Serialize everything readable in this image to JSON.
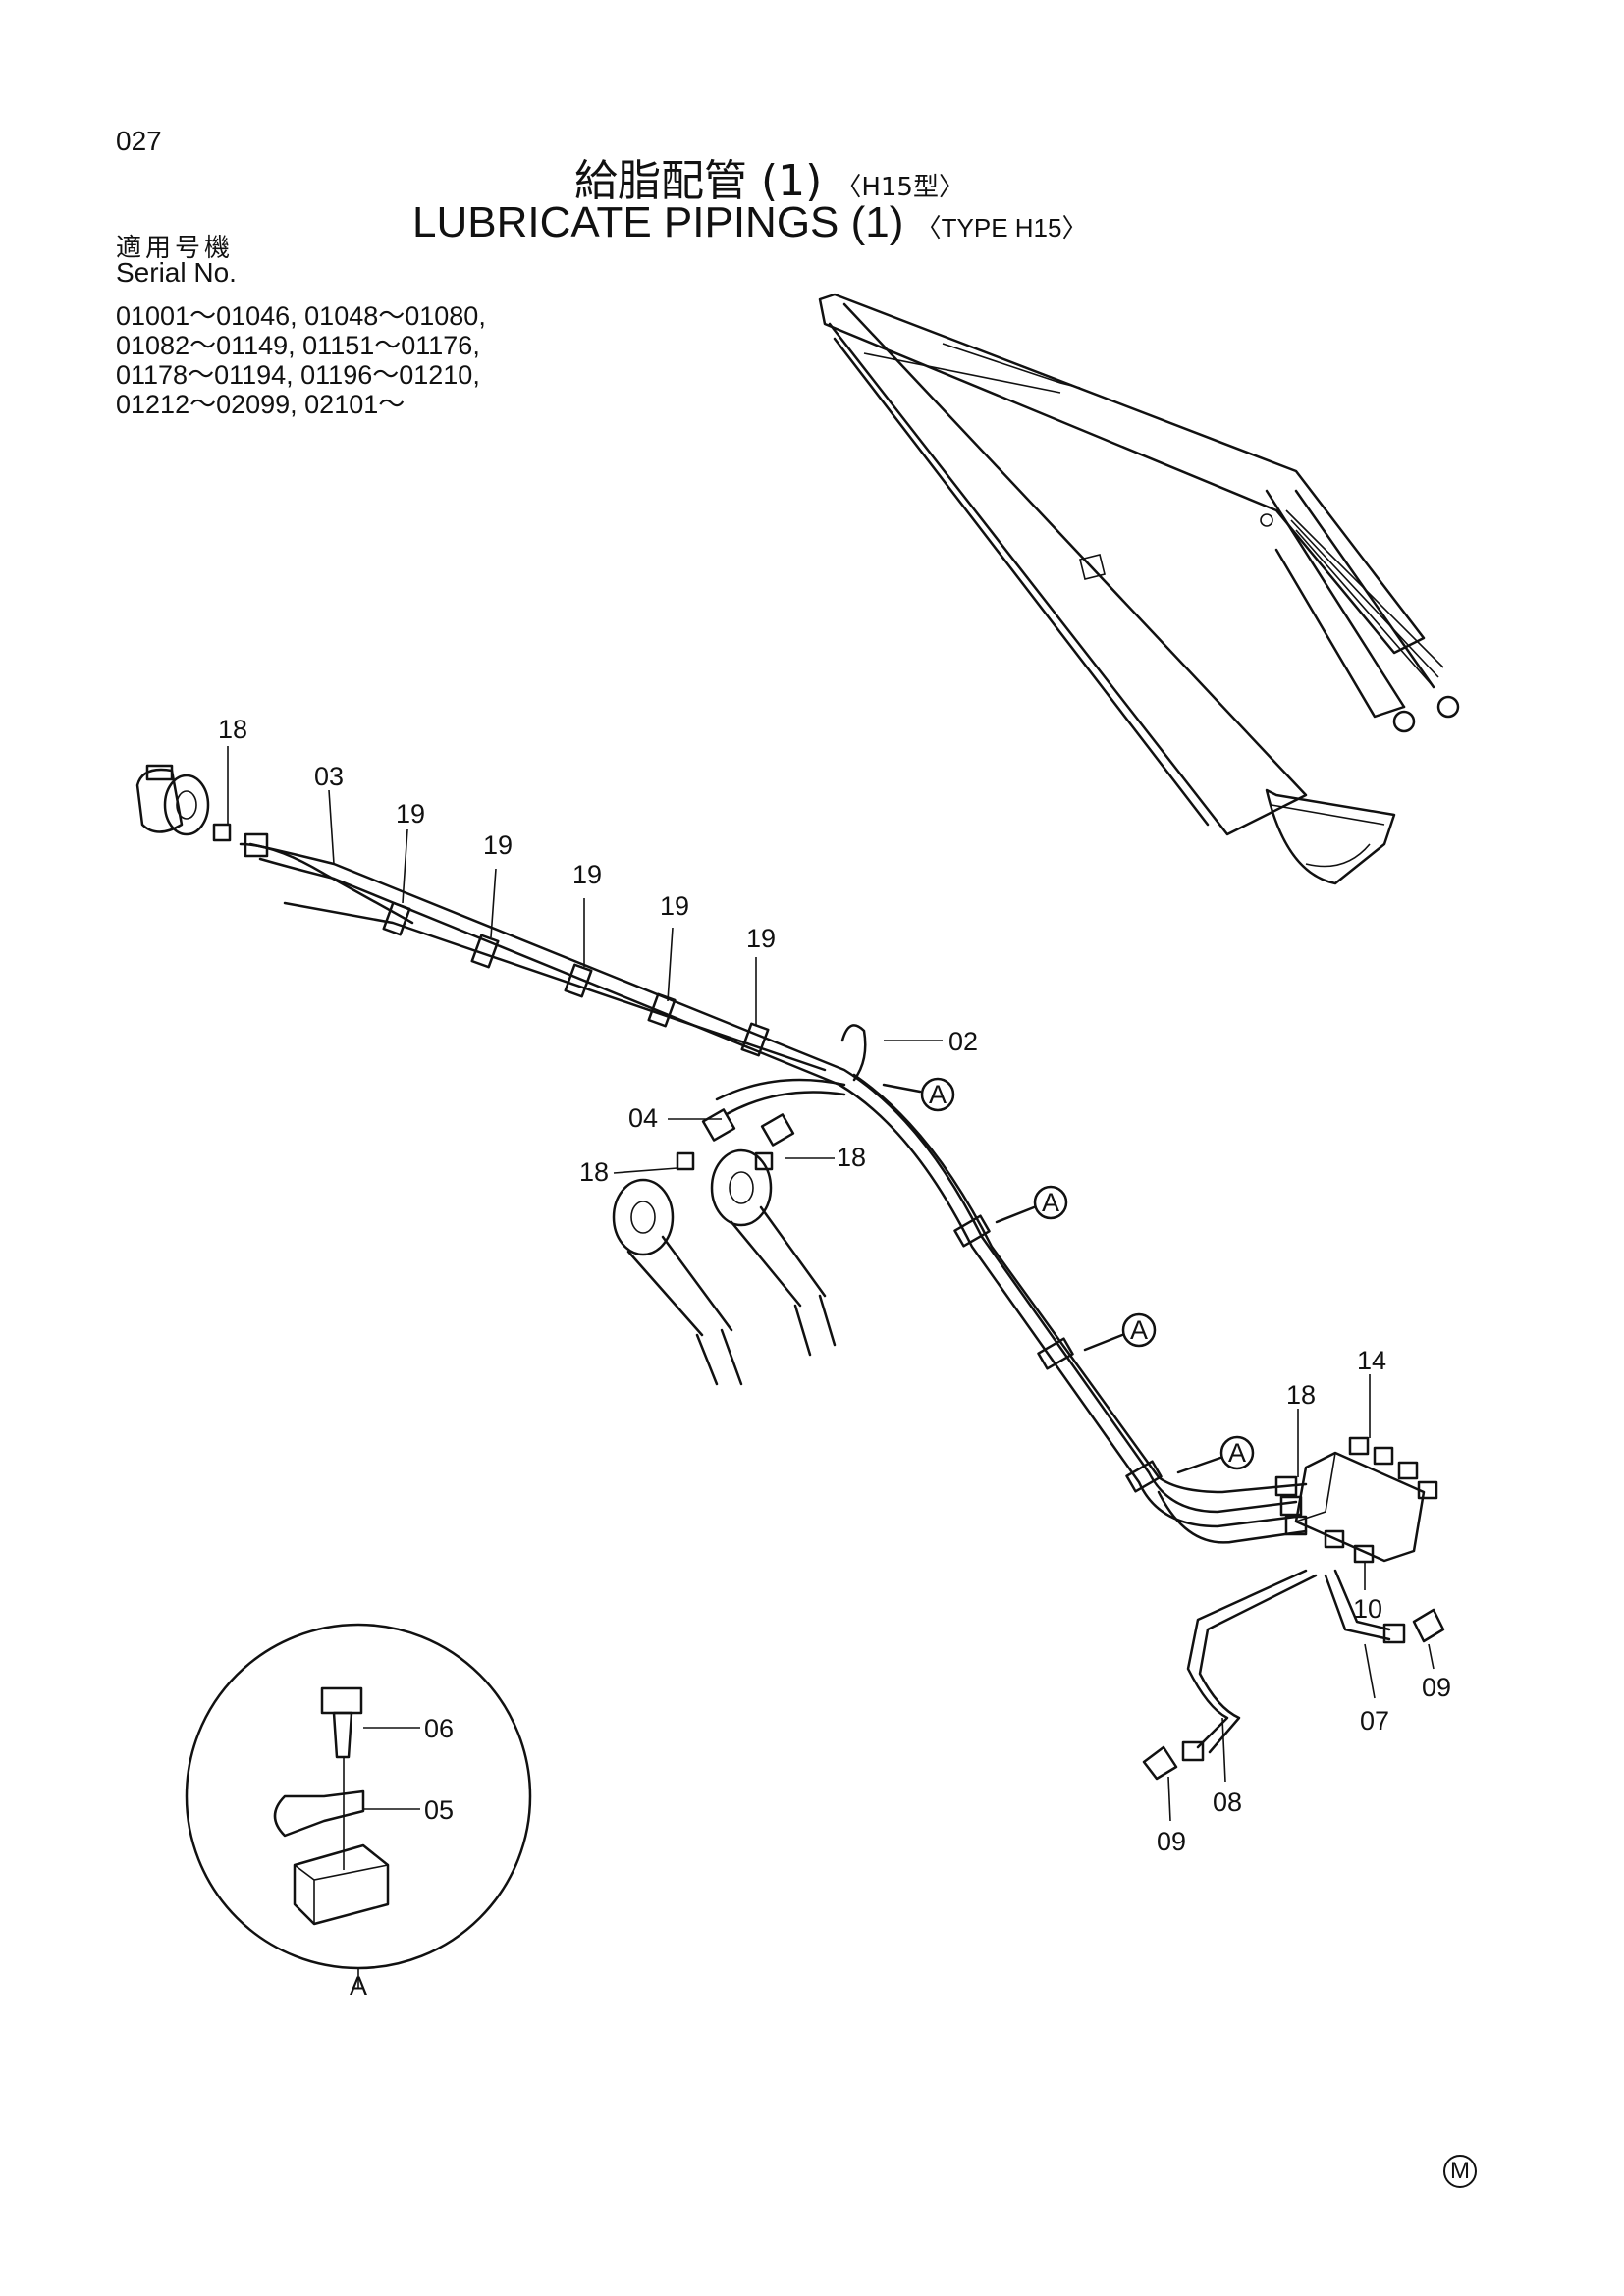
{
  "page_number": "027",
  "title_jp": "給脂配管 (1)",
  "title_jp_type": "〈H15型〉",
  "title_en": "LUBRICATE PIPINGS (1)",
  "title_en_type": "〈TYPE H15〉",
  "serial_label_jp": "適用号機",
  "serial_label_en": "Serial No.",
  "serial_lines": [
    "01001～01046, 01048～01080,",
    "01082～01149, 01151～01176,",
    "01178～01194, 01196～01210,",
    "01212～02099, 02101～"
  ],
  "callouts": {
    "c18a": "18",
    "c03": "03",
    "c19a": "19",
    "c19b": "19",
    "c19c": "19",
    "c19d": "19",
    "c19e": "19",
    "c02": "02",
    "c04": "04",
    "c18b": "18",
    "c18c": "18",
    "c18d": "18",
    "c14": "14",
    "c10": "10",
    "c07": "07",
    "c09a": "09",
    "c08": "08",
    "c09b": "09",
    "c06": "06",
    "c05": "05",
    "ca1": "A",
    "ca2": "A",
    "ca3": "A",
    "ca4": "A",
    "detail": "A"
  },
  "mark": "M"
}
